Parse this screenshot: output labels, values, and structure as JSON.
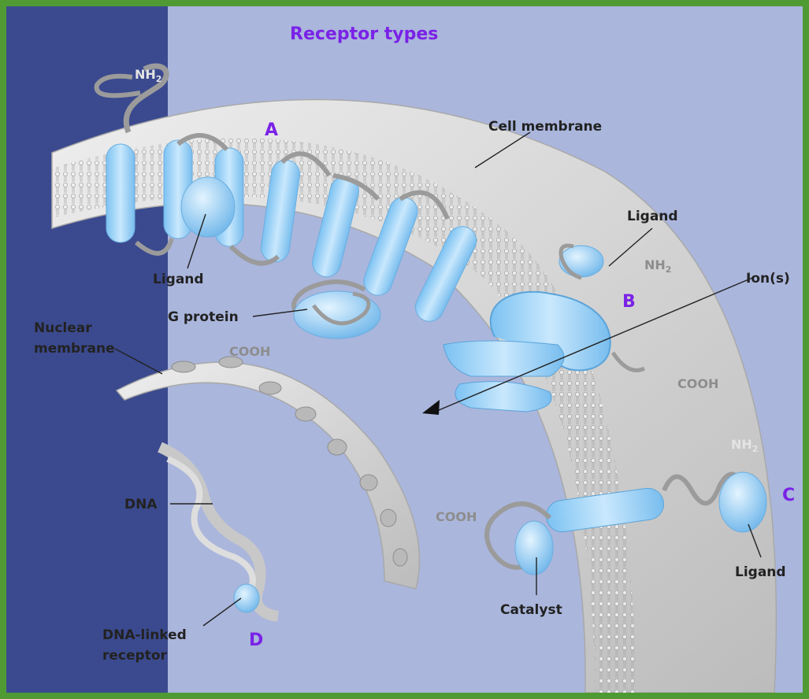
{
  "title": "Receptor types",
  "groups": {
    "a": "A",
    "b": "B",
    "c": "C",
    "d": "D"
  },
  "labels": {
    "cell_membrane": "Cell membrane",
    "ligand_a": "Ligand",
    "ligand_b": "Ligand",
    "ligand_c": "Ligand",
    "g_protein": "G protein",
    "ions": "Ion(s)",
    "nuclear_membrane_line1": "Nuclear",
    "nuclear_membrane_line2": "membrane",
    "dna": "DNA",
    "dna_receptor_line1": "DNA-linked",
    "dna_receptor_line2": "receptor",
    "catalyst": "Catalyst"
  },
  "termini": {
    "nh2_a": "NH",
    "nh2_a_sub": "2",
    "nh2_b": "NH",
    "nh2_b_sub": "2",
    "nh2_c": "NH",
    "nh2_c_sub": "2",
    "cooh_a": "COOH",
    "cooh_b": "COOH",
    "cooh_c": "COOH"
  },
  "colors": {
    "background_left": "#3b4a8e",
    "background_right": "#aab6dc",
    "frame": "#4f9a33",
    "membrane": "#d9d9d9",
    "receptor": "#9fd1f5",
    "group_letter": "#7a22e6",
    "label_text": "#222222"
  }
}
